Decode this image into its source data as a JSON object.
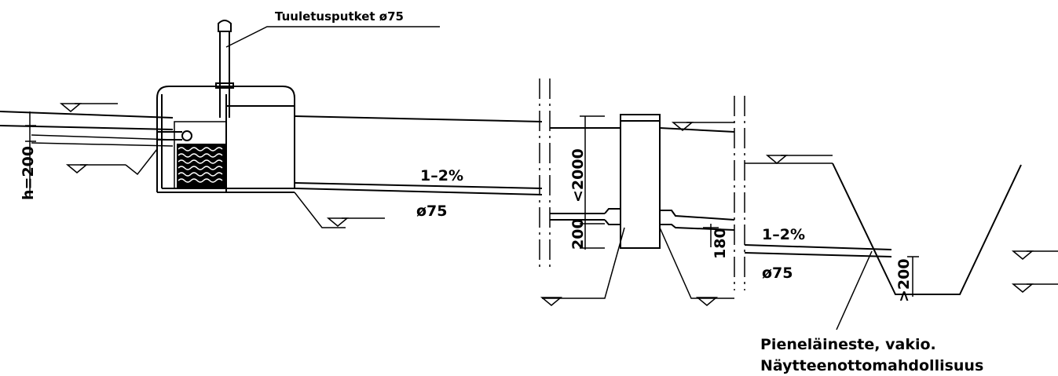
{
  "labels": {
    "vent_pipes": "Tuuletusputket ø75",
    "slope_1": "1–2%",
    "pipe_1": "ø75",
    "slope_2": "1–2%",
    "pipe_2": "ø75",
    "outlet_line_1": "Pieneläineste, vakio.",
    "outlet_line_2": "Näytteenottomahdollisuus"
  },
  "dimensions": {
    "height": "h=200",
    "depth_max": "<2000",
    "offset_200": "200",
    "offset_180": "180",
    "ditch_depth": ">200"
  }
}
